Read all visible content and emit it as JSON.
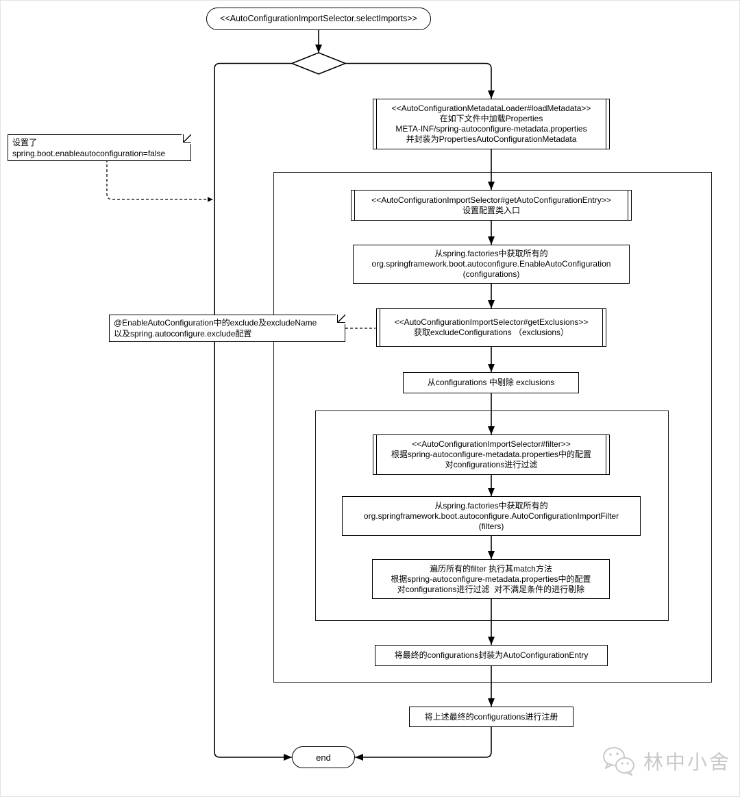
{
  "diagram": {
    "start": {
      "label": "<<AutoConfigurationImportSelector.selectImports>>"
    },
    "end": {
      "label": "end"
    },
    "boxes": [
      {
        "type": "subroutine",
        "lines": [
          "<<AutoConfigurationMetadataLoader#loadMetadata>>",
          "在如下文件中加载Properties",
          "META-INF/spring-autoconfigure-metadata.properties",
          "并封装为PropertiesAutoConfigurationMetadata"
        ]
      },
      {
        "type": "subroutine",
        "lines": [
          "<<AutoConfigurationImportSelector#getAutoConfigurationEntry>>",
          "设置配置类入口"
        ]
      },
      {
        "type": "process",
        "lines": [
          "从spring.factories中获取所有的",
          "org.springframework.boot.autoconfigure.EnableAutoConfiguration",
          "(configurations)"
        ]
      },
      {
        "type": "subroutine",
        "lines": [
          "<<AutoConfigurationImportSelector#getExclusions>>",
          "获取excludeConfigurations （exclusions）"
        ]
      },
      {
        "type": "process",
        "lines": [
          "从configurations 中剔除 exclusions"
        ]
      },
      {
        "type": "subroutine",
        "lines": [
          "<<AutoConfigurationImportSelector#filter>>",
          "根据spring-autoconfigure-metadata.properties中的配置",
          "对configurations进行过滤"
        ]
      },
      {
        "type": "process",
        "lines": [
          "从spring.factories中获取所有的",
          "org.springframework.boot.autoconfigure.AutoConfigurationImportFilter",
          "(filters)"
        ]
      },
      {
        "type": "process",
        "lines": [
          "遍历所有的filter 执行其match方法",
          "根据spring-autoconfigure-metadata.properties中的配置",
          "对configurations进行过滤  对不满足条件的进行剔除"
        ]
      },
      {
        "type": "process",
        "lines": [
          "将最终的configurations封装为AutoConfigurationEntry"
        ]
      },
      {
        "type": "process",
        "lines": [
          "将上述最终的configurations进行注册"
        ]
      }
    ],
    "notes": [
      {
        "lines": [
          "设置了",
          "spring.boot.enableautoconfiguration=false"
        ]
      },
      {
        "lines": [
          "@EnableAutoConfiguration中的exclude及excludeName",
          "以及spring.autoconfigure.exclude配置"
        ]
      }
    ],
    "watermark": {
      "text": "林中小舍",
      "icon": "wechat-logo-icon",
      "color": "#c9c9c9"
    },
    "colors": {
      "line": "#000000",
      "background": "#ffffff"
    }
  }
}
